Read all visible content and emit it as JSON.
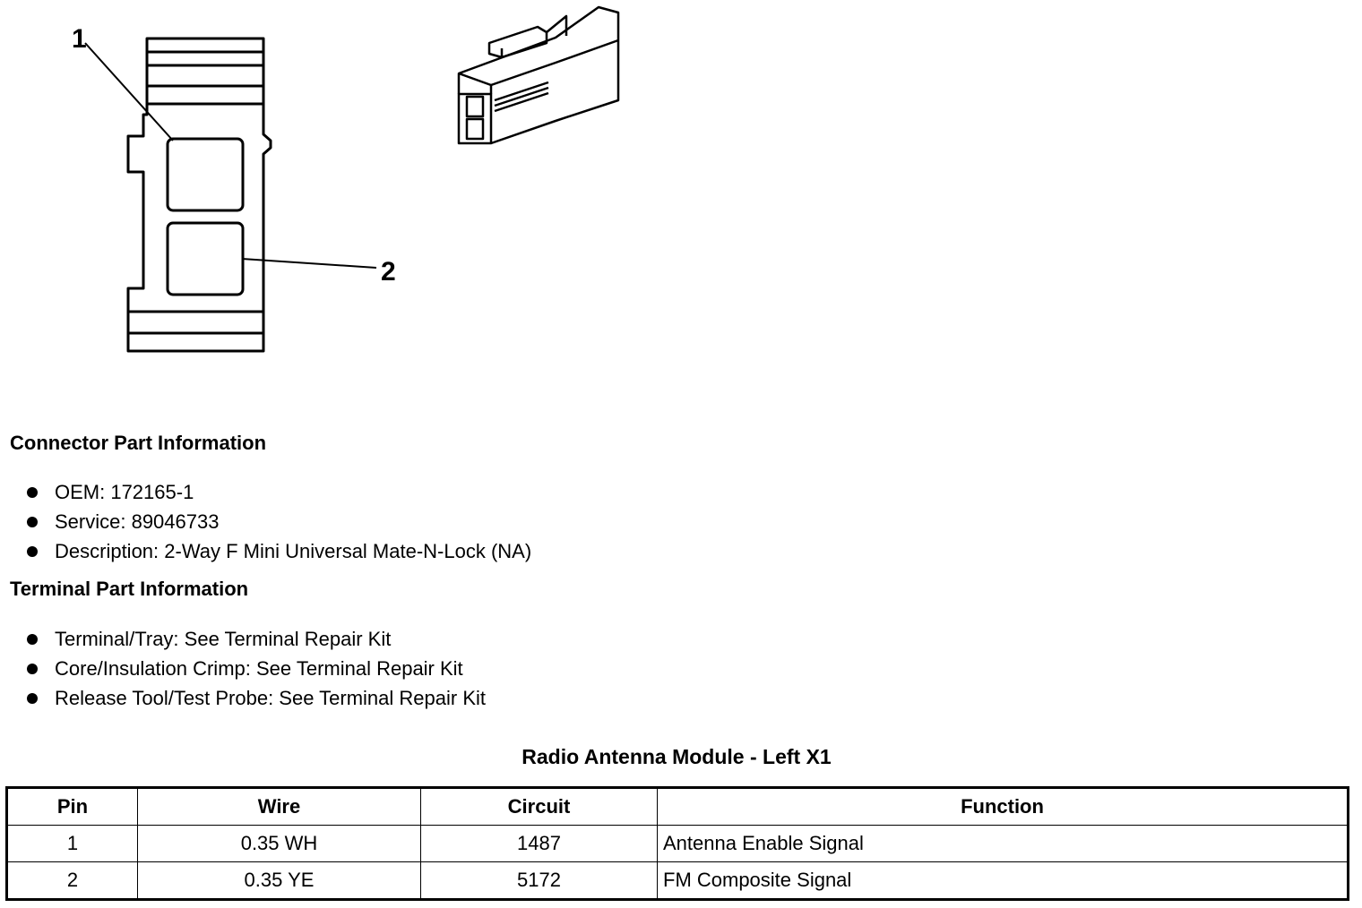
{
  "diagram": {
    "callouts": [
      "1",
      "2"
    ]
  },
  "connector_info": {
    "title": "Connector Part Information",
    "items": [
      "OEM: 172165-1",
      "Service: 89046733",
      "Description: 2-Way F Mini Universal Mate-N-Lock (NA)"
    ]
  },
  "terminal_info": {
    "title": "Terminal Part Information",
    "items": [
      "Terminal/Tray: See Terminal Repair Kit",
      "Core/Insulation Crimp: See Terminal Repair Kit",
      "Release Tool/Test Probe: See Terminal Repair Kit"
    ]
  },
  "table": {
    "title": "Radio Antenna Module - Left X1",
    "headers": [
      "Pin",
      "Wire",
      "Circuit",
      "Function"
    ],
    "rows": [
      [
        "1",
        "0.35 WH",
        "1487",
        "Antenna Enable Signal"
      ],
      [
        "2",
        "0.35 YE",
        "5172",
        "FM Composite Signal"
      ]
    ]
  }
}
